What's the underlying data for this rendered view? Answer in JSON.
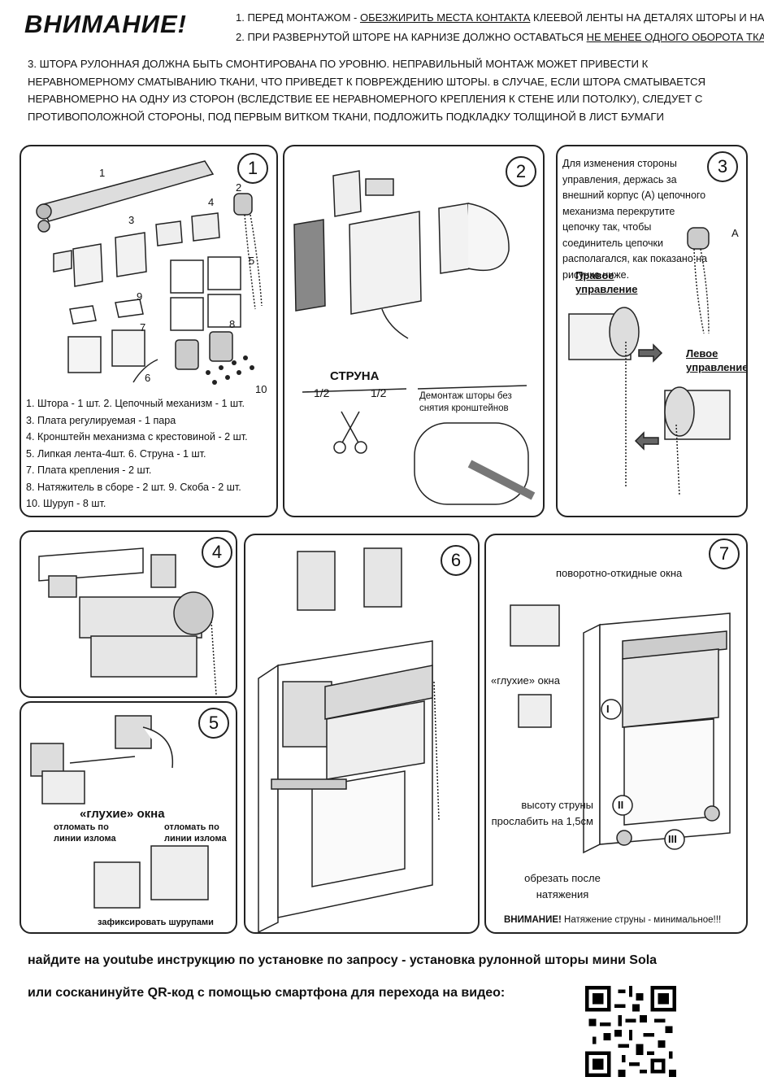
{
  "header": {
    "title": "ВНИМАНИЕ!",
    "note1_prefix": "1. ПЕРЕД МОНТАЖОМ - ",
    "note1_underline": "ОБЕЗЖИРИТЬ МЕСТА КОНТАКТА",
    "note1_suffix": " КЛЕЕВОЙ ЛЕНТЫ НА ДЕТАЛЯХ ШТОРЫ И НА РАМЕ.",
    "note2_prefix": "2. ПРИ РАЗВЕРНУТОЙ ШТОРЕ НА КАРНИЗЕ ДОЛЖНО ОСТАВАТЬСЯ ",
    "note2_underline": "НЕ МЕНЕЕ ОДНОГО ОБОРОТА ТКАНИ!!!",
    "note3": "3. ШТОРА РУЛОННАЯ ДОЛЖНА БЫТЬ СМОНТИРОВАНА ПО УРОВНЮ. НЕПРАВИЛЬНЫЙ МОНТАЖ МОЖЕТ ПРИВЕСТИ К НЕРАВНОМЕРНОМУ СМАТЫВАНИЮ ТКАНИ, ЧТО ПРИВЕДЕТ К ПОВРЕЖДЕНИЮ ШТОРЫ. в СЛУЧАЕ, ЕСЛИ ШТОРА СМАТЫВАЕТСЯ НЕРАВНОМЕРНО НА ОДНУ ИЗ СТОРОН (ВСЛЕДСТВИЕ ЕЕ НЕРАВНОМЕРНОГО КРЕПЛЕНИЯ К СТЕНЕ ИЛИ ПОТОЛКУ), СЛЕДУЕТ С ПРОТИВОПОЛОЖНОЙ СТОРОНЫ, ПОД ПЕРВЫМ ВИТКОМ ТКАНИ, ПОДЛОЖИТЬ ПОДКЛАДКУ ТОЛЩИНОЙ В ЛИСТ БУМАГИ"
  },
  "panel1": {
    "number": "1",
    "callouts": [
      "1",
      "2",
      "3",
      "4",
      "5",
      "6",
      "7",
      "8",
      "9",
      "10"
    ],
    "legend": [
      "1. Штора - 1 шт. 2. Цепочный механизм - 1 шт.",
      "3. Плата регулируемая - 1 пара",
      "4. Кронштейн механизма с крестовиной - 2 шт.",
      "5. Липкая лента-4шт. 6. Струна - 1 шт.",
      "7. Плата крепления - 2 шт.",
      "8. Натяжитель в сборе - 2 шт. 9. Скоба - 2 шт.",
      "10. Шуруп - 8 шт."
    ]
  },
  "panel2": {
    "number": "2",
    "string_label": "СТРУНА",
    "half_left": "1/2",
    "half_right": "1/2",
    "dismount_note": "Демонтаж шторы без снятия кронштейнов"
  },
  "panel3": {
    "number": "3",
    "instruction": "Для изменения стороны управления, держась за внешний корпус (А) цепочного механизма перекрутите цепочку так, чтобы соединитель цепочки располагался, как показано на рисунке ниже.",
    "marker_a": "А",
    "right_control": "Правое управление",
    "left_control": "Левое управление"
  },
  "panel4": {
    "number": "4"
  },
  "panel5": {
    "number": "5",
    "blind_windows": "«глухие» окна",
    "break_left": "отломать по линии излома",
    "break_right": "отломать по линии излома",
    "fix_screws": "зафиксировать шурупами"
  },
  "panel6": {
    "number": "6"
  },
  "panel7": {
    "number": "7",
    "tilt_turn": "поворотно-откидные окна",
    "blind_windows": "«глухие» окна",
    "slack_note": "высоту струны прослабить на 1,5см",
    "cut_note": "обрезать после натяжения",
    "steps": [
      "I",
      "II",
      "III"
    ],
    "warning_bold": "ВНИМАНИЕ!",
    "warning_text": " Натяжение струны - минимальное!!!"
  },
  "footer": {
    "line1_prefix": "найдите на youtube инструкцию по установке по запросу - установка рулонной шторы мини ",
    "line1_brand": "Sola",
    "line2": "или сосканинуйте QR-код с помощью смартфона для перехода на видео:"
  },
  "colors": {
    "ink": "#111111",
    "fabric": "#d9d9d9",
    "metal": "#bdbdbd",
    "panel_border": "#222222"
  }
}
